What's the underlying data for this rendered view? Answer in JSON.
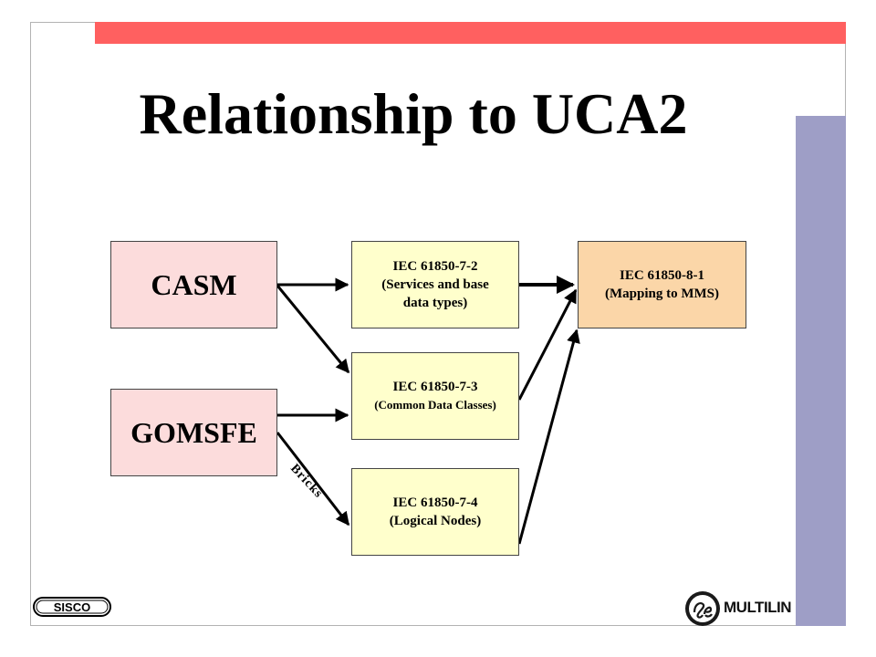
{
  "slide": {
    "title": "Relationship to UCA2",
    "accent_top_color": "#ff6060",
    "accent_side_color": "#9e9ec6"
  },
  "diagram": {
    "nodes": {
      "casm": {
        "label": "CASM"
      },
      "gomsfe": {
        "label": "GOMSFE"
      },
      "iec_7_2": {
        "line1": "IEC 61850-7-2",
        "line2": "(Services and base",
        "line3": "data types)"
      },
      "iec_7_3": {
        "line1": "IEC 61850-7-3",
        "line2": "(Common Data Classes)"
      },
      "iec_7_4": {
        "line1": "IEC 61850-7-4",
        "line2": "(Logical Nodes)"
      },
      "iec_8_1": {
        "line1": "IEC 61850-8-1",
        "line2": "(Mapping to MMS)"
      }
    },
    "edges": [
      {
        "from": "casm",
        "to": "iec_7_2"
      },
      {
        "from": "casm",
        "to": "iec_7_3"
      },
      {
        "from": "gomsfe",
        "to": "iec_7_3"
      },
      {
        "from": "gomsfe",
        "to": "iec_7_4",
        "label": "Bricks"
      },
      {
        "from": "iec_7_2",
        "to": "iec_8_1"
      },
      {
        "from": "iec_7_3",
        "to": "iec_8_1"
      },
      {
        "from": "iec_7_4",
        "to": "iec_8_1"
      }
    ],
    "edge_label_bricks": "Bricks"
  },
  "logos": {
    "left": "SISCO",
    "right_icon": "ge-monogram-icon",
    "right_text": "MULTILIN"
  }
}
